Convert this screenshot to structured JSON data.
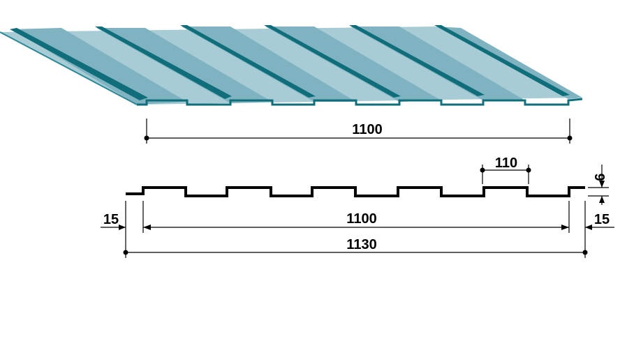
{
  "colors": {
    "sheet_light": "#a7ccd5",
    "sheet_mid": "#7fb3c1",
    "sheet_dark": "#0f6e7a",
    "sheet_edge": "#2a8795",
    "line": "#000000"
  },
  "dimensions": {
    "sheet_width": "1100",
    "rib_width": "110",
    "rib_height": "9",
    "working_width": "1100",
    "overall_width": "1130",
    "left_overhang": "15",
    "right_overhang": "15"
  }
}
